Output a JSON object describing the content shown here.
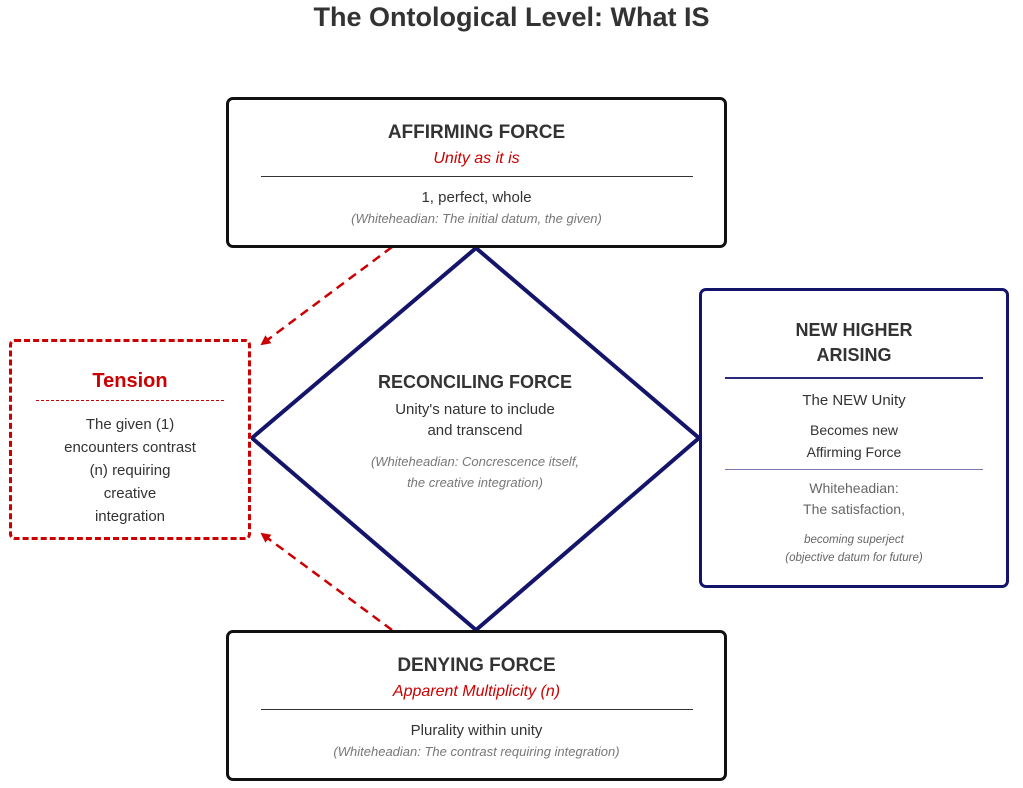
{
  "title": "The Ontological Level: What IS",
  "colors": {
    "accent_red": "#cc0000",
    "navy": "#14146b",
    "text": "#333333",
    "note": "#777777"
  },
  "affirming": {
    "heading": "AFFIRMING FORCE",
    "subtitle": "Unity as it is",
    "body": "1, perfect, whole",
    "note": "(Whiteheadian: The initial datum, the given)"
  },
  "reconciling": {
    "heading": "RECONCILING FORCE",
    "body_lines": [
      "Unity's nature to include",
      "and transcend"
    ],
    "note_lines": [
      "(Whiteheadian: Concrescence itself,",
      "the creative integration)"
    ]
  },
  "denying": {
    "heading": "DENYING FORCE",
    "subtitle": "Apparent Multiplicity (n)",
    "body": "Plurality within unity",
    "note": "(Whiteheadian: The contrast requiring integration)"
  },
  "tension": {
    "heading": "Tension",
    "body_lines": [
      "The given (1)",
      "encounters contrast",
      "(n) requiring",
      "creative",
      "integration"
    ]
  },
  "new_higher": {
    "heading_lines": [
      "NEW HIGHER",
      "ARISING"
    ],
    "body": "The NEW Unity",
    "becomes_lines": [
      "Becomes new",
      "Affirming Force"
    ],
    "whitehead_lines": [
      "Whiteheadian:",
      "The satisfaction,"
    ],
    "note_lines": [
      "becoming superject",
      "(objective datum for future)"
    ]
  }
}
